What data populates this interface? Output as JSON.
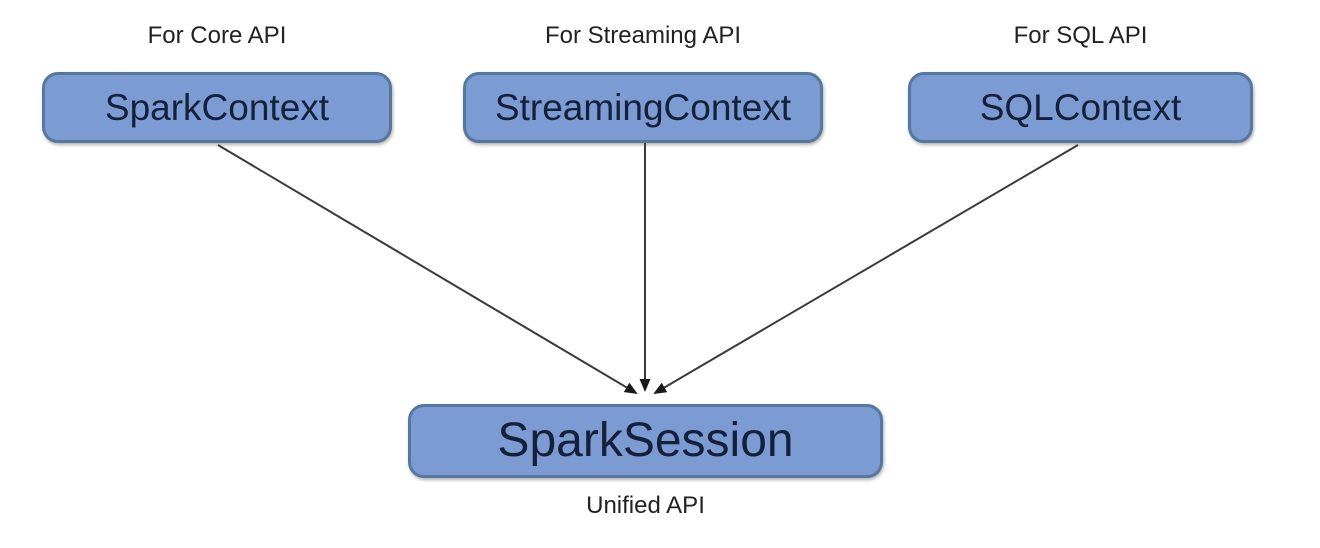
{
  "diagram": {
    "title": "Spark unified API diagram",
    "nodes": [
      {
        "id": "spark-context",
        "label": "SparkContext",
        "annotation": "For Core API",
        "annotation_position": "above"
      },
      {
        "id": "streaming-context",
        "label": "StreamingContext",
        "annotation": "For Streaming API",
        "annotation_position": "above"
      },
      {
        "id": "sql-context",
        "label": "SQLContext",
        "annotation": "For SQL API",
        "annotation_position": "above"
      },
      {
        "id": "spark-session",
        "label": "SparkSession",
        "annotation": "Unified API",
        "annotation_position": "below"
      }
    ],
    "edges": [
      {
        "from": "spark-context",
        "to": "spark-session",
        "style": "arrow"
      },
      {
        "from": "streaming-context",
        "to": "spark-session",
        "style": "arrow"
      },
      {
        "from": "sql-context",
        "to": "spark-session",
        "style": "arrow"
      }
    ],
    "colors": {
      "node_fill": "#7C9BD3",
      "node_border": "#56789F",
      "node_text": "#14213A",
      "annotation_text": "#222222",
      "arrow": "#3A3A3A",
      "background": "#FFFFFF"
    }
  }
}
